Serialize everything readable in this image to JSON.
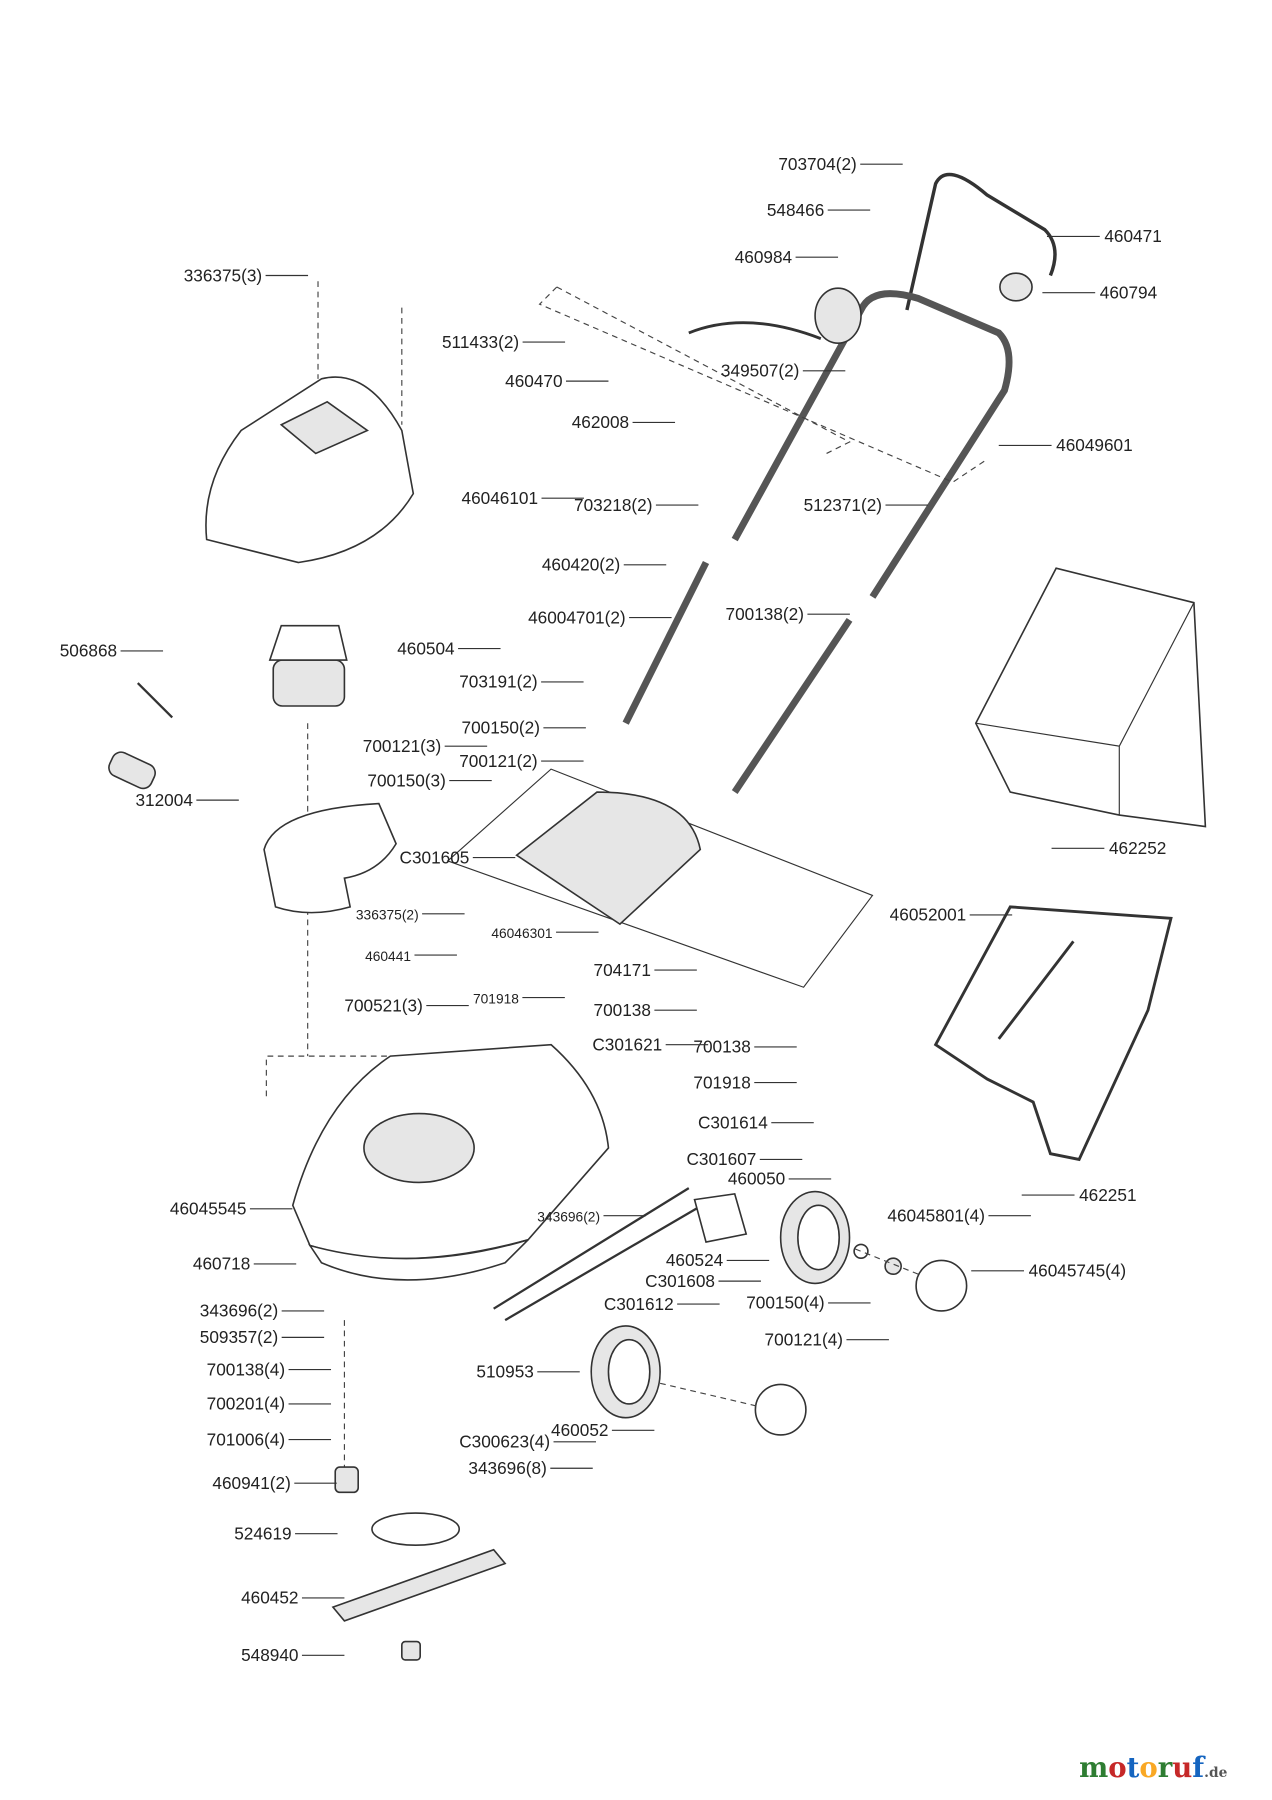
{
  "labels": [
    "703704(2)",
    "548466",
    "460984",
    "460471",
    "460794",
    "336375(3)",
    "511433(2)",
    "460470",
    "349507(2)",
    "462008",
    "46049601",
    "46046101",
    "703218(2)",
    "512371(2)",
    "460420(2)",
    "700138(2)",
    "46004701(2)",
    "506868",
    "460504",
    "703191(2)",
    "700150(2)",
    "700121(2)",
    "700121(3)",
    "700150(3)",
    "312004",
    "C301605",
    "462252",
    "46052001",
    "336375(2)",
    "46046301",
    "460441",
    "704171",
    "701918",
    "700138",
    "700521(3)",
    "C301621",
    "700138",
    "701918",
    "C301614",
    "C301607",
    "460050",
    "462251",
    "46045545",
    "343696(2)",
    "46045801(4)",
    "460718",
    "460524",
    "C301608",
    "46045745(4)",
    "C301612",
    "700150(4)",
    "343696(2)",
    "509357(2)",
    "700121(4)",
    "510953",
    "700138(4)",
    "700201(4)",
    "C300623(4)",
    "460052",
    "701006(4)",
    "343696(8)",
    "460941(2)",
    "524619",
    "460452",
    "548940"
  ],
  "watermark": {
    "main": "motoruf",
    "suffix": ".de",
    "colors": [
      "#2e7d32",
      "#c62828",
      "#1565c0",
      "#f9a825"
    ]
  }
}
